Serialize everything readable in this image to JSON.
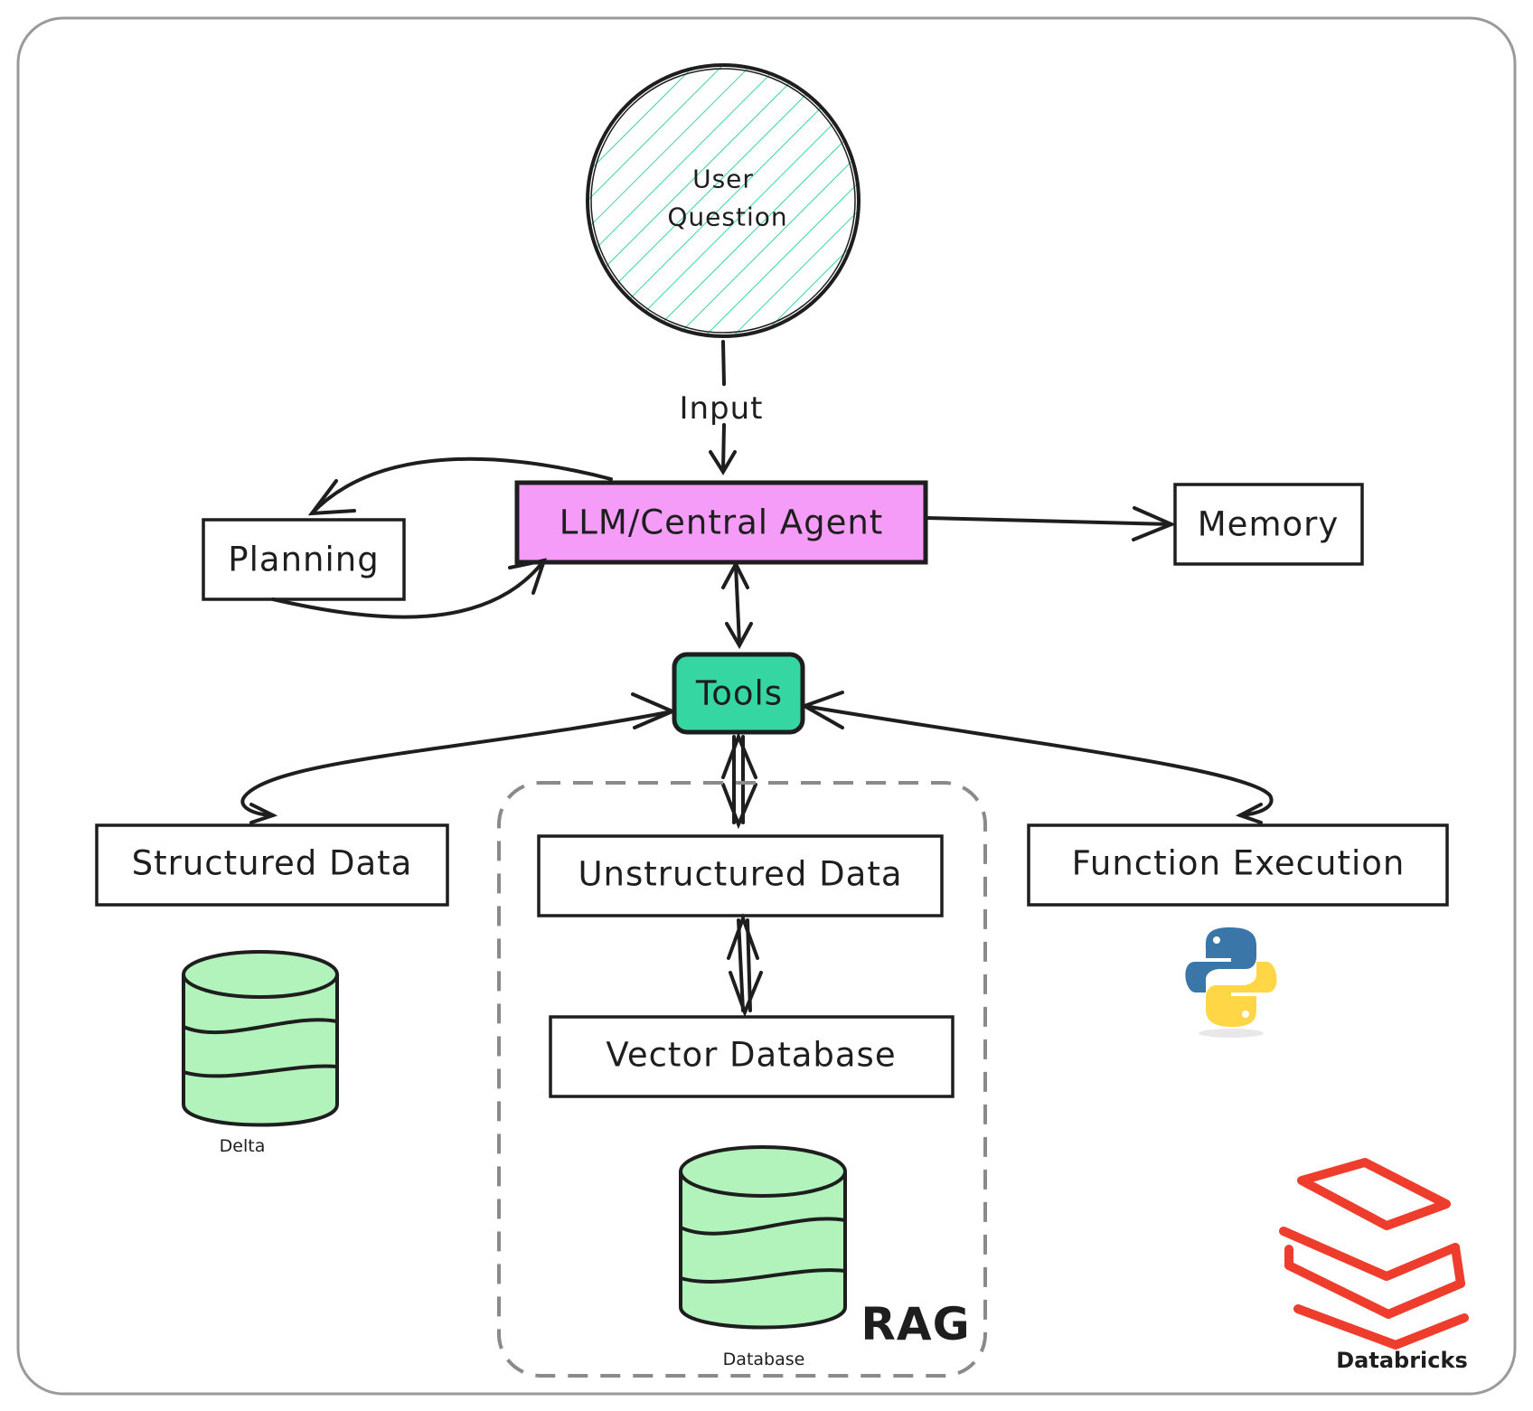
{
  "nodes": {
    "user_question": [
      "User",
      "Question"
    ],
    "input_label": "Input",
    "llm_agent": "LLM/Central Agent",
    "planning": "Planning",
    "memory": "Memory",
    "tools": "Tools",
    "structured_data": "Structured Data",
    "unstructured_data": "Unstructured Data",
    "vector_database": "Vector Database",
    "function_execution": "Function Execution"
  },
  "icons": {
    "delta_db": "database-icon",
    "rag_db": "database-icon",
    "python": "python-logo-icon",
    "databricks": "databricks-logo-icon"
  },
  "captions": {
    "delta": "Delta",
    "database": "Database",
    "rag": "RAG",
    "databricks": "Databricks"
  },
  "colors": {
    "stroke": "#1e1e1e",
    "agent_fill": "#f59cf9",
    "tools_fill": "#35d6a1",
    "hatch": "#35d6a1",
    "db_fill": "#b2f2bb",
    "databricks_red": "#ee3d2c",
    "python_blue": "#3b76a8",
    "python_yellow": "#ffd646",
    "dashed_group": "#8a8a8a",
    "frame": "#9a9a9a"
  }
}
